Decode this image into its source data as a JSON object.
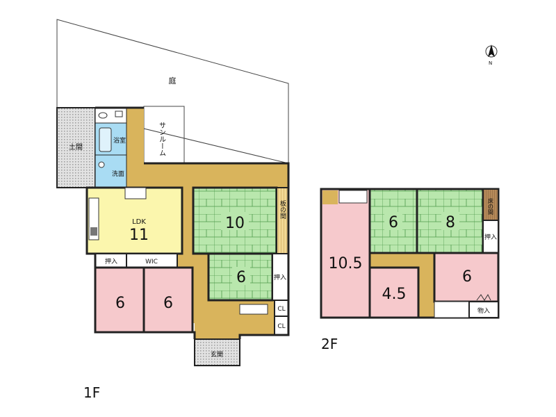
{
  "floor1": {
    "label": "1F",
    "garden": "庭",
    "sunroom": "サンルーム",
    "doma": "土間",
    "bath": "浴室",
    "washroom": "洗面",
    "ldk_label": "LDK",
    "ldk_size": "11",
    "room_10": "10",
    "itanoma": "板の間",
    "room_6_center": "6",
    "oshiire_center": "押入",
    "cl_1": "CL",
    "cl_2": "CL",
    "oshiire_left": "押入",
    "wic": "WIC",
    "room_6_left": "6",
    "room_6_mid": "6",
    "genkan": "玄関"
  },
  "floor2": {
    "label": "2F",
    "room_10_5": "10.5",
    "room_6_a": "6",
    "room_8": "8",
    "tokonoma": "床の間",
    "oshiire": "押入",
    "room_4_5": "4.5",
    "room_6_b": "6",
    "mono_ire": "物入"
  },
  "compass": {
    "north": "N"
  },
  "colors": {
    "tatami": "#b9e7ad",
    "western_room": "#f6c9cc",
    "ldk": "#fbf6ad",
    "hallway": "#d9b45c",
    "bath": "#a9dcf3",
    "doma": "#cfcfcf",
    "wall": "#222222"
  }
}
